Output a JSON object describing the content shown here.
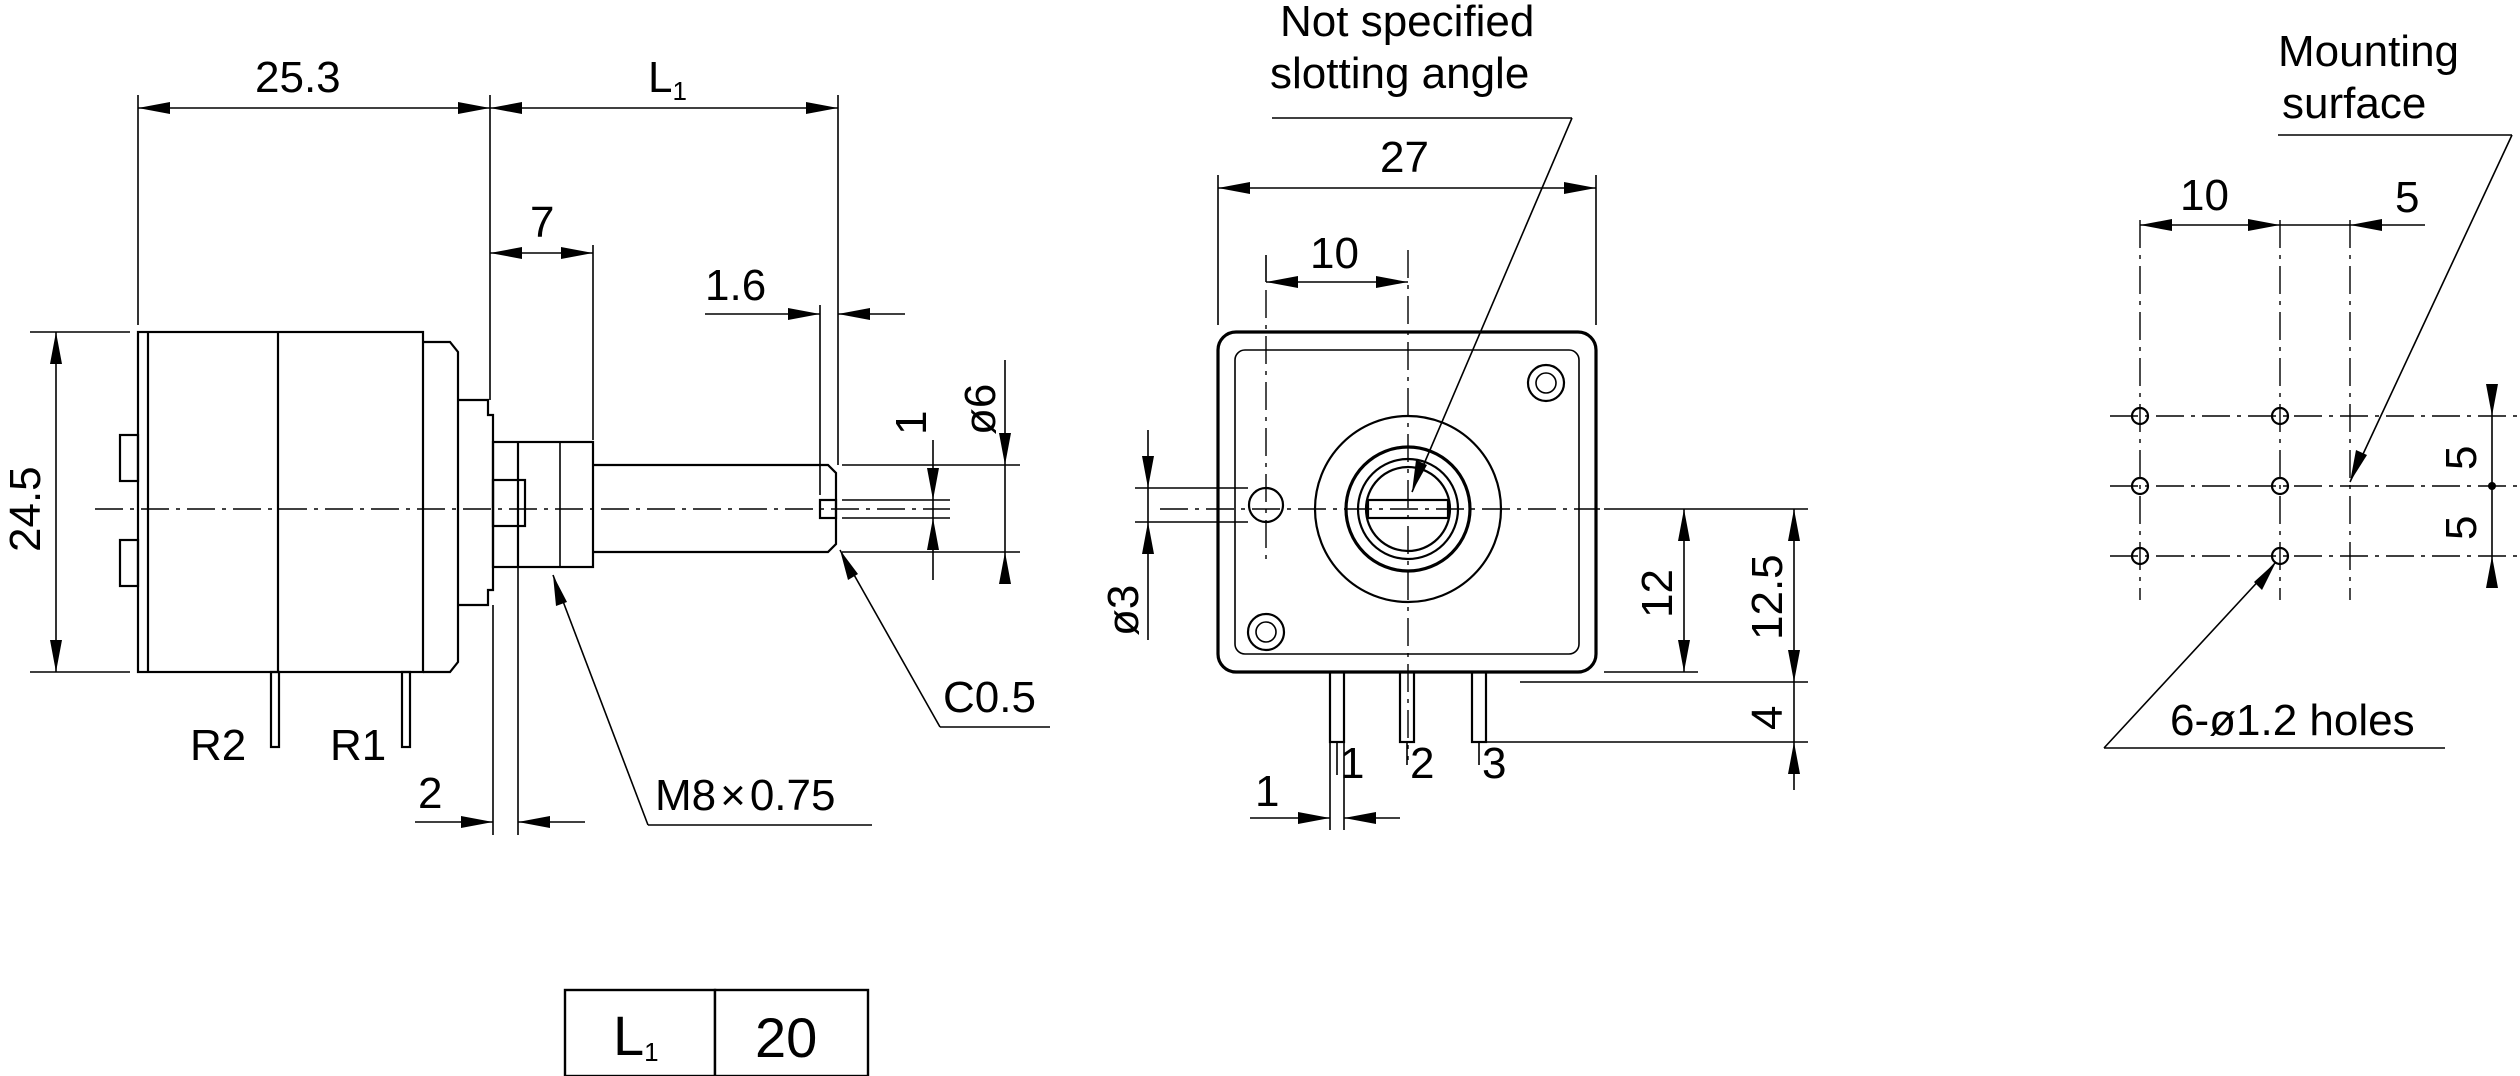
{
  "side_view": {
    "dims": {
      "body_length": "25.3",
      "shaft_length": "L",
      "shaft_length_sub": "1",
      "bushing_length": "7",
      "slot_depth": "1.6",
      "slot_width": "1",
      "shaft_diameter": "ø6",
      "body_height": "24.5",
      "flange": "2",
      "chamfer": "C0.5",
      "thread": "M8",
      "thread_pitch": "0.75",
      "times_symbol": "×"
    },
    "terminals": {
      "r2": "R2",
      "r1": "R1"
    }
  },
  "front_view": {
    "note_line1": "Not specified",
    "note_line2": "slotting angle",
    "dims": {
      "width": "27",
      "shaft_offset": "10",
      "hole_diameter": "ø3",
      "height_12": "12",
      "height_12_5": "12.5",
      "pin_height": "4",
      "pin_width": "1"
    },
    "pins": [
      "1",
      "2",
      "3"
    ]
  },
  "pcb_view": {
    "mount_line1": "Mounting",
    "mount_line2": "surface",
    "dims": {
      "pitch_x": "10",
      "offset_x": "5",
      "pitch_y1": "5",
      "pitch_y2": "5"
    },
    "holes_label": "6-ø1.2 holes"
  },
  "table": {
    "header": "L",
    "header_sub": "1",
    "value": "20"
  }
}
